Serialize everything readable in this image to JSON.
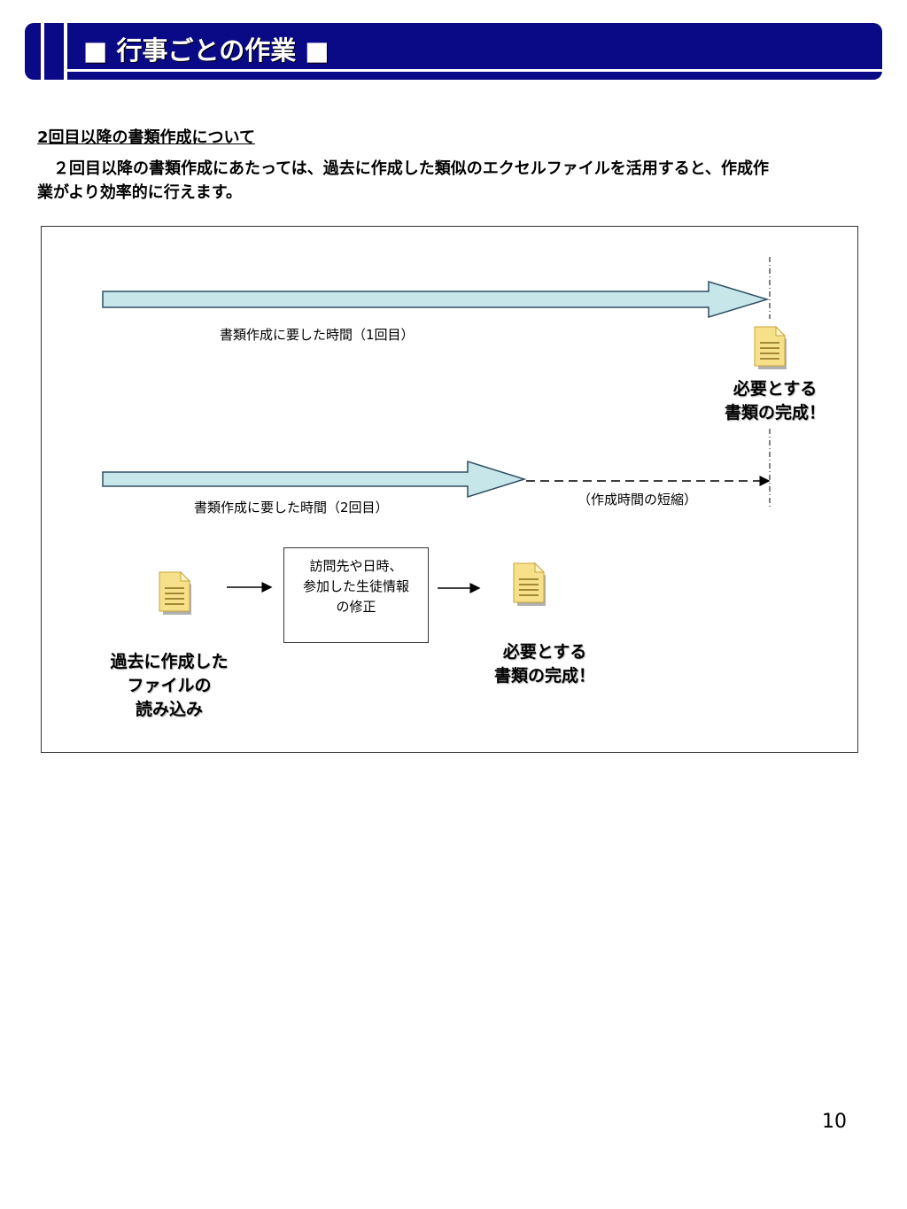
{
  "header": {
    "title": "■ 行事ごとの作業 ■"
  },
  "section": {
    "heading": "2回目以降の書類作成について",
    "intro": "　２回目以降の書類作成にあたっては、過去に作成した類似のエクセルファイルを活用すると、作成作業がより効率的に行えます。"
  },
  "diagram": {
    "first_time_label": "書類作成に要した時間（1回目）",
    "second_time_label": "書類作成に要した時間（2回目）",
    "shortened_label": "（作成時間の短縮）",
    "completion_top": [
      "必要とする",
      "書類の完成！"
    ],
    "past_file": [
      "過去に作成した",
      "ファイルの",
      "読み込み"
    ],
    "edit_step": [
      "訪問先や日時、",
      "参加した生徒情報",
      "の修正"
    ],
    "completion_bottom": [
      "必要とする",
      "書類の完成！"
    ],
    "colors": {
      "arrow_fill": "#c7e6ea",
      "arrow_stroke": "#2f4f63",
      "header": "#0a0a86",
      "doc_fill": "#f7e08a"
    },
    "icons": [
      "document-icon",
      "document-icon",
      "document-icon"
    ]
  },
  "page_number": "10"
}
